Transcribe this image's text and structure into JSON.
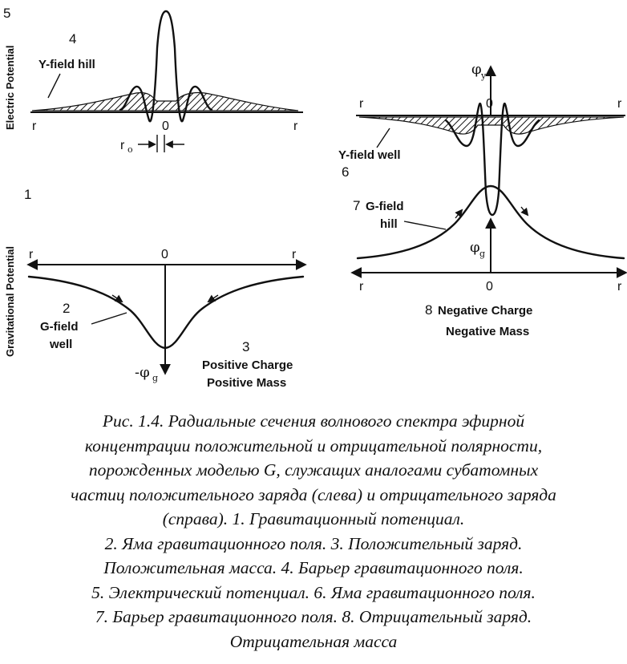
{
  "figure": {
    "left_panel": {
      "top_axis_label": "Electric Potential",
      "bottom_axis_label": "Gravitational Potential",
      "r_left": "r",
      "r_right": "r",
      "origin": "0",
      "ro_label": "r",
      "ro_sub": "o",
      "neg_phi_label": "-φ",
      "neg_phi_sub": "g",
      "n1": "1",
      "n2": "2",
      "n3": "3",
      "n4": "4",
      "n5": "5",
      "y_field_hill": "Y-field hill",
      "g_field_well_1": "G-field",
      "g_field_well_2": "well",
      "charge_1": "Positive Charge",
      "charge_2": "Positive Mass"
    },
    "right_panel": {
      "phi_y": "φ",
      "phi_y_sub": "y",
      "phi_g": "φ",
      "phi_g_sub": "g",
      "r_top_left": "r",
      "r_top_right": "r",
      "r_bot_left": "r",
      "r_bot_right": "r",
      "origin_top": "0",
      "origin_bot": "0",
      "n6": "6",
      "n7": "7",
      "n8": "8",
      "y_field_well": "Y-field well",
      "g_field_hill_1": "G-field",
      "g_field_hill_2": "hill",
      "charge_1": "Negative Charge",
      "charge_2": "Negative Mass"
    }
  },
  "caption": [
    "Рис. 1.4. Радиальные сечения волнового спектра эфирной",
    "концентрации положительной и отрицательной полярности,",
    "порожденных моделью G, служащих аналогами субатомных",
    "частиц положительного заряда (слева) и отрицательного заряда",
    "(справа). 1. Гравитационный потенциал.",
    "2. Яма гравитационного поля. 3. Положительный заряд.",
    "Положительная масса. 4. Барьер гравитационного поля.",
    "5. Электрический потенциал. 6. Яма гравитационного поля.",
    "7. Барьер гравитационного поля. 8. Отрицательный заряд.",
    "Отрицательная масса"
  ]
}
